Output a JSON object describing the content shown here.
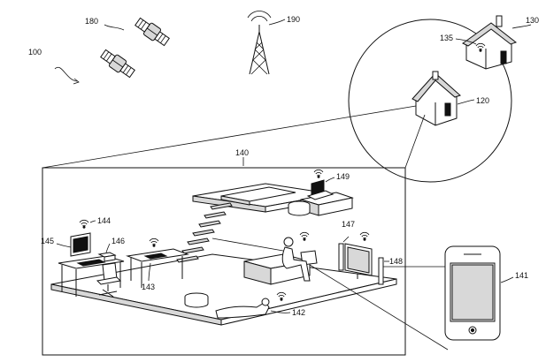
{
  "labels": {
    "system": "100",
    "satellites": "180",
    "tower": "190",
    "house_remote": "130",
    "house_remote_wifi": "135",
    "house_main": "120",
    "environment": "140",
    "desktop_wifi": "144",
    "desktop_computer": "145",
    "printer": "146",
    "laptop_desk": "143",
    "laptop_loft": "149",
    "tv_wifi": "147",
    "speaker": "148",
    "person_floor": "142",
    "smartphone": "141"
  }
}
